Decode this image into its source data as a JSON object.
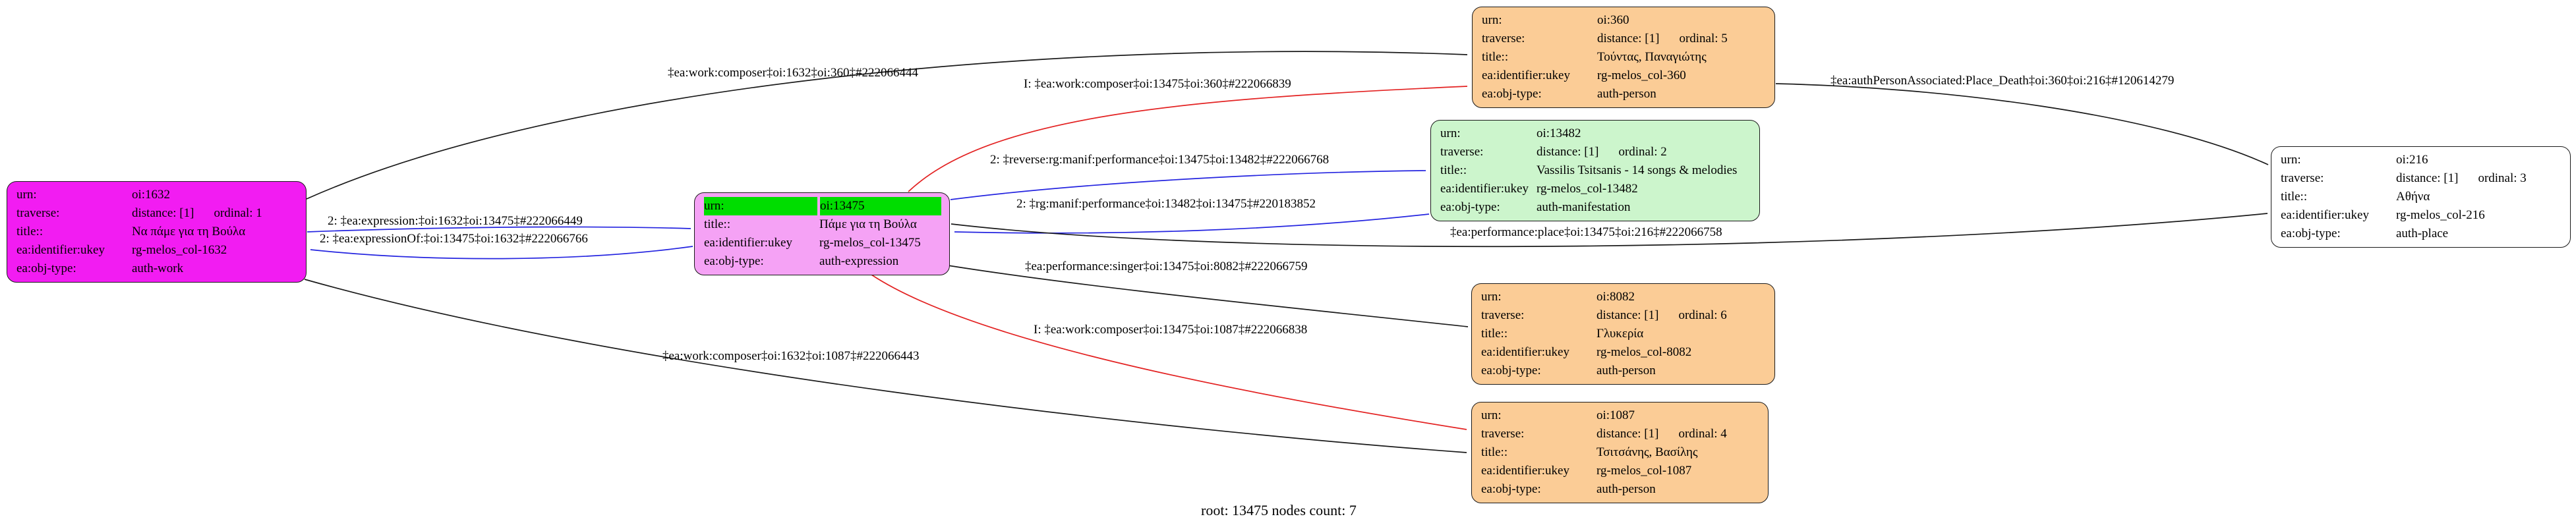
{
  "footer": {
    "text": "root: 13475 nodes count: 7"
  },
  "colors": {
    "edge_black": "#1a1a1a",
    "edge_red": "#e32222",
    "edge_blue": "#2424e0",
    "node_work_fill": "#f21cf2",
    "node_expression_fill": "#f5a2f5",
    "node_expression_header": "#00dd00",
    "node_person_fill": "#fbcc96",
    "node_manifestation_fill": "#ccf5cc",
    "node_place_fill": "#ffffff"
  },
  "nodes": [
    {
      "id": "oi:1632",
      "type": "auth-work",
      "rows": [
        {
          "key": "urn:",
          "value": "oi:1632"
        },
        {
          "key": "traverse:",
          "value": "distance: [1]",
          "value2": "ordinal: 1"
        },
        {
          "key": "title::",
          "value": "Να πάμε για τη Βούλα"
        },
        {
          "key": "ea:identifier:ukey",
          "value": "rg-melos_col-1632"
        },
        {
          "key": "ea:obj-type:",
          "value": "auth-work"
        }
      ]
    },
    {
      "id": "oi:13475",
      "type": "auth-expression",
      "rows": [
        {
          "key": "urn:",
          "value": "oi:13475"
        },
        {
          "key": "title::",
          "value": "Πάμε για τη Βούλα"
        },
        {
          "key": "ea:identifier:ukey",
          "value": "rg-melos_col-13475"
        },
        {
          "key": "ea:obj-type:",
          "value": "auth-expression"
        }
      ]
    },
    {
      "id": "oi:360",
      "type": "auth-person",
      "rows": [
        {
          "key": "urn:",
          "value": "oi:360"
        },
        {
          "key": "traverse:",
          "value": "distance: [1]",
          "value2": "ordinal: 5"
        },
        {
          "key": "title::",
          "value": "Τούντας, Παναγιώτης"
        },
        {
          "key": "ea:identifier:ukey",
          "value": "rg-melos_col-360"
        },
        {
          "key": "ea:obj-type:",
          "value": "auth-person"
        }
      ]
    },
    {
      "id": "oi:13482",
      "type": "auth-manifestation",
      "rows": [
        {
          "key": "urn:",
          "value": "oi:13482"
        },
        {
          "key": "traverse:",
          "value": "distance: [1]",
          "value2": "ordinal: 2"
        },
        {
          "key": "title::",
          "value": "Vassilis Tsitsanis - 14 songs & melodies"
        },
        {
          "key": "ea:identifier:ukey",
          "value": "rg-melos_col-13482"
        },
        {
          "key": "ea:obj-type:",
          "value": "auth-manifestation"
        }
      ]
    },
    {
      "id": "oi:216",
      "type": "auth-place",
      "rows": [
        {
          "key": "urn:",
          "value": "oi:216"
        },
        {
          "key": "traverse:",
          "value": "distance: [1]",
          "value2": "ordinal: 3"
        },
        {
          "key": "title::",
          "value": "Αθήνα"
        },
        {
          "key": "ea:identifier:ukey",
          "value": "rg-melos_col-216"
        },
        {
          "key": "ea:obj-type:",
          "value": "auth-place"
        }
      ]
    },
    {
      "id": "oi:8082",
      "type": "auth-person",
      "rows": [
        {
          "key": "urn:",
          "value": "oi:8082"
        },
        {
          "key": "traverse:",
          "value": "distance: [1]",
          "value2": "ordinal: 6"
        },
        {
          "key": "title::",
          "value": "Γλυκερία"
        },
        {
          "key": "ea:identifier:ukey",
          "value": "rg-melos_col-8082"
        },
        {
          "key": "ea:obj-type:",
          "value": "auth-person"
        }
      ]
    },
    {
      "id": "oi:1087",
      "type": "auth-person",
      "rows": [
        {
          "key": "urn:",
          "value": "oi:1087"
        },
        {
          "key": "traverse:",
          "value": "distance: [1]",
          "value2": "ordinal: 4"
        },
        {
          "key": "title::",
          "value": "Τσιτσάνης, Βασίλης"
        },
        {
          "key": "ea:identifier:ukey",
          "value": "rg-melos_col-1087"
        },
        {
          "key": "ea:obj-type:",
          "value": "auth-person"
        }
      ]
    }
  ],
  "edges": [
    {
      "label": "‡ea:work:composer‡oi:1632‡oi:360‡#222066444",
      "color": "black",
      "from": "oi:1632",
      "to": "oi:360"
    },
    {
      "label": "I: ‡ea:work:composer‡oi:13475‡oi:360‡#222066839",
      "color": "red",
      "from": "oi:13475",
      "to": "oi:360"
    },
    {
      "label": "‡ea:authPersonAssociated:Place_Death‡oi:360‡oi:216‡#120614279",
      "color": "black",
      "from": "oi:360",
      "to": "oi:216"
    },
    {
      "label": "2: ‡reverse:rg:manif:performance‡oi:13475‡oi:13482‡#222066768",
      "color": "blue",
      "from": "oi:13475",
      "to": "oi:13482"
    },
    {
      "label": "2: ‡rg:manif:performance‡oi:13482‡oi:13475‡#220183852",
      "color": "blue",
      "from": "oi:13482",
      "to": "oi:13475"
    },
    {
      "label": "2: ‡ea:expression:‡oi:1632‡oi:13475‡#222066449",
      "color": "blue",
      "from": "oi:1632",
      "to": "oi:13475"
    },
    {
      "label": "2: ‡ea:expressionOf:‡oi:13475‡oi:1632‡#222066766",
      "color": "blue",
      "from": "oi:13475",
      "to": "oi:1632"
    },
    {
      "label": "‡ea:performance:place‡oi:13475‡oi:216‡#222066758",
      "color": "black",
      "from": "oi:13475",
      "to": "oi:216"
    },
    {
      "label": "‡ea:performance:singer‡oi:13475‡oi:8082‡#222066759",
      "color": "black",
      "from": "oi:13475",
      "to": "oi:8082"
    },
    {
      "label": "I: ‡ea:work:composer‡oi:13475‡oi:1087‡#222066838",
      "color": "red",
      "from": "oi:13475",
      "to": "oi:1087"
    },
    {
      "label": "‡ea:work:composer‡oi:1632‡oi:1087‡#222066443",
      "color": "black",
      "from": "oi:1632",
      "to": "oi:1087"
    }
  ]
}
